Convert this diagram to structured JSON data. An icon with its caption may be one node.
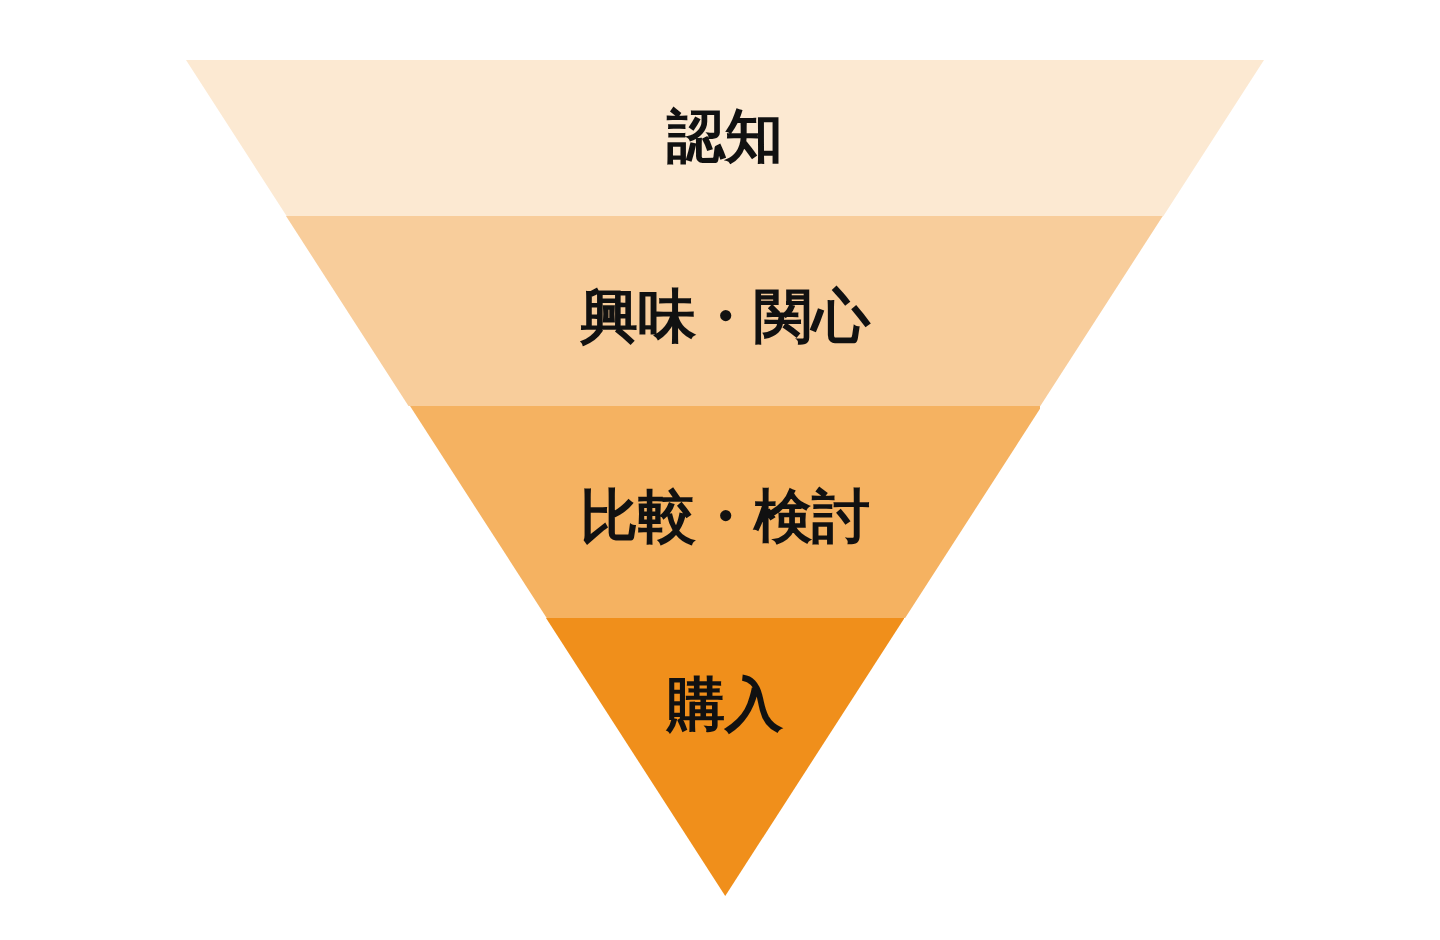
{
  "diagram": {
    "nodes": [
      {
        "text": [
          "認知"
        ]
      },
      {
        "text": [
          "興味・関心"
        ]
      },
      {
        "text": [
          "比較・検討"
        ]
      },
      {
        "text": [
          "購入"
        ]
      }
    ]
  }
}
